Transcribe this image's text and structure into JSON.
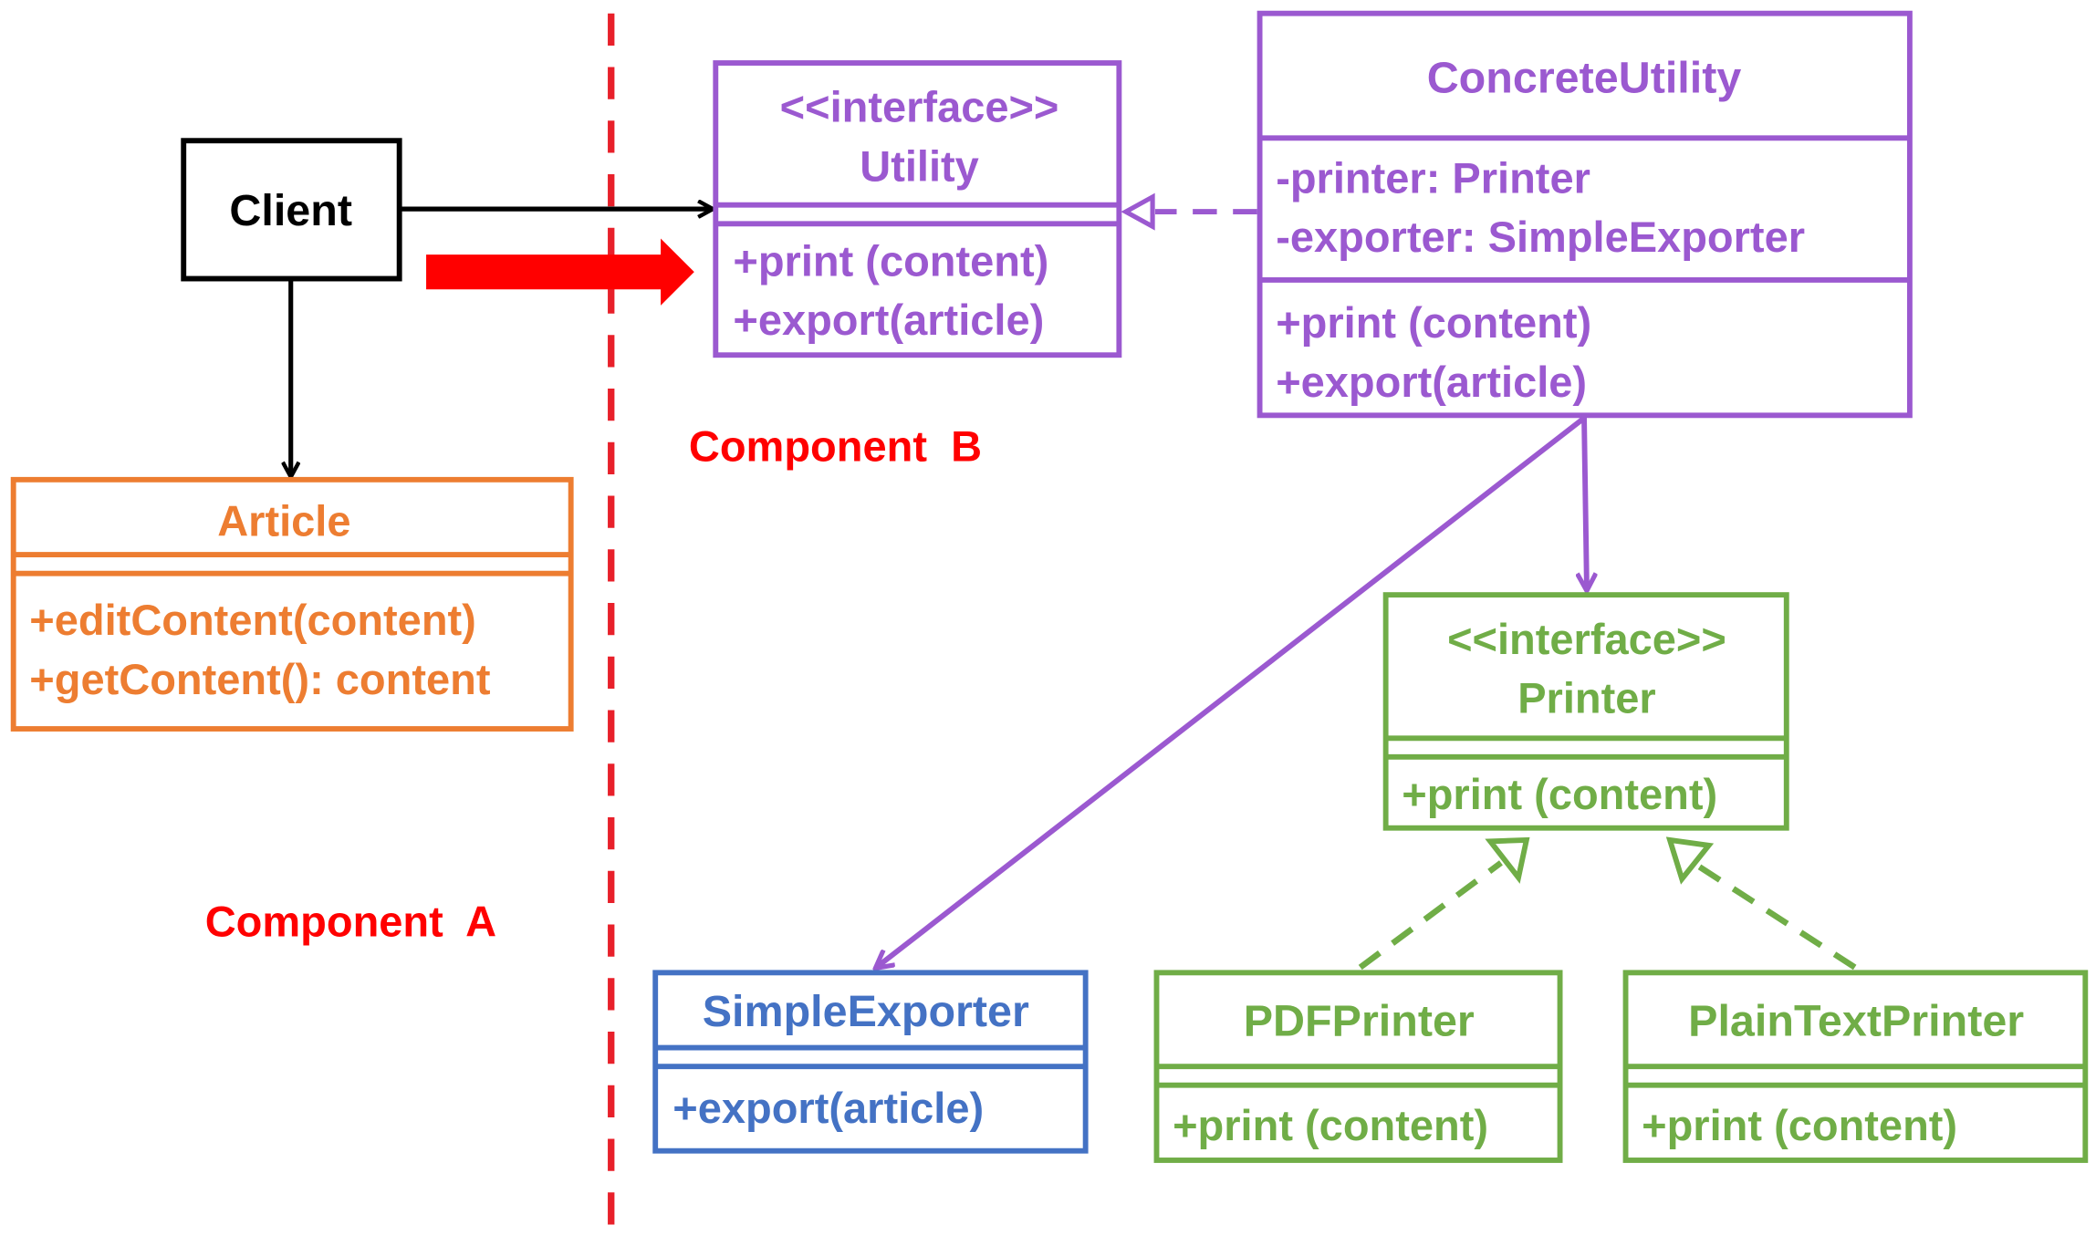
{
  "colors": {
    "black": "#000000",
    "purple": "#9b59d0",
    "orange": "#ed7d31",
    "green": "#70ad47",
    "blue": "#4472c4",
    "red": "#ff0000",
    "divider": "#e8202a"
  },
  "client": {
    "name": "Client"
  },
  "article": {
    "name": "Article",
    "methods": [
      "+editContent(content)",
      "+getContent(): content"
    ]
  },
  "utility": {
    "stereotype": "<<interface>>",
    "name": "Utility",
    "methods": [
      "+print (content)",
      "+export(article)"
    ]
  },
  "concrete_utility": {
    "name": "ConcreteUtility",
    "attributes": [
      "-printer: Printer",
      "-exporter: SimpleExporter"
    ],
    "methods": [
      "+print (content)",
      "+export(article)"
    ]
  },
  "printer": {
    "stereotype": "<<interface>>",
    "name": "Printer",
    "methods": [
      "+print (content)"
    ]
  },
  "simple_exporter": {
    "name": "SimpleExporter",
    "methods": [
      "+export(article)"
    ]
  },
  "pdf_printer": {
    "name": "PDFPrinter",
    "methods": [
      "+print (content)"
    ]
  },
  "plain_text_printer": {
    "name": "PlainTextPrinter",
    "methods": [
      "+print (content)"
    ]
  },
  "labels": {
    "component_a": "Component  A",
    "component_b": "Component  B"
  }
}
